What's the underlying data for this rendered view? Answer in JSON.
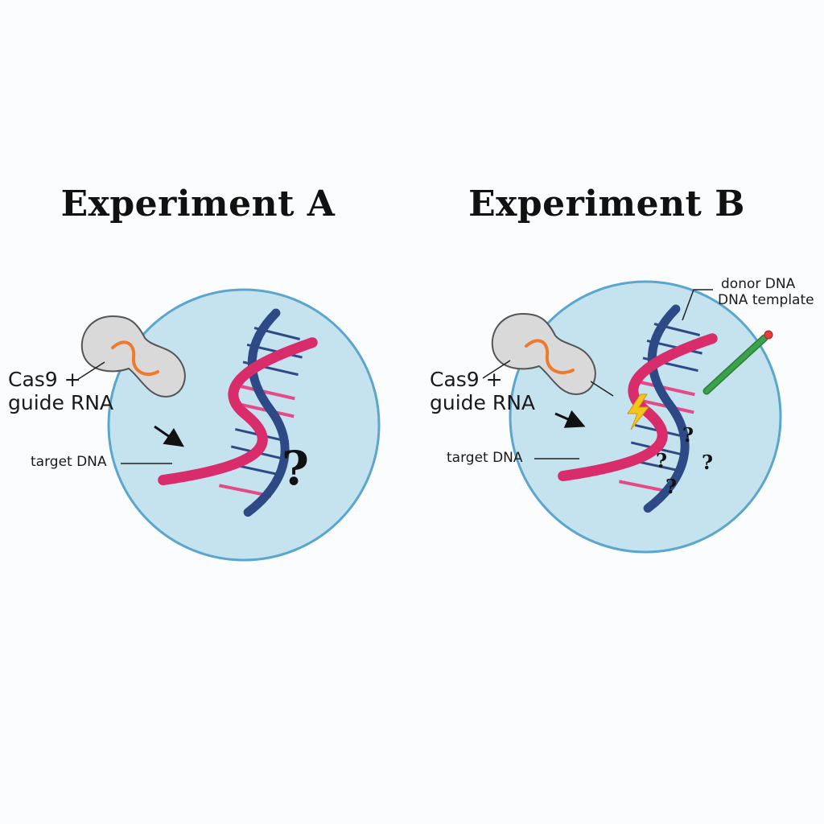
{
  "experiment_a": {
    "title": "Experiment A",
    "cas9_label_line1": "Cas9 +",
    "cas9_label_line2": "guide RNA",
    "target_label": "target DNA",
    "question_mark": "?"
  },
  "experiment_b": {
    "title": "Experiment B",
    "cas9_label_line1": "Cas9 +",
    "cas9_label_line2": "guide RNA",
    "target_label": "target DNA",
    "donor_label_line1": "donor DNA",
    "donor_label_line2": "DNA template",
    "question_marks": [
      "?",
      "?",
      "?",
      "?"
    ]
  },
  "colors": {
    "cell_fill": "#c5e2ef",
    "cell_stroke": "#5aa6cc",
    "strand_pink": "#d92c6b",
    "strand_navy": "#2e4a86",
    "rung_pink": "#e44a86",
    "cas9_body": "#d9d9d9",
    "guide_rna": "#f07a2c",
    "donor_dna": "#3aa24a",
    "donor_tip": "#e0403a",
    "lightning": "#f4c51d"
  }
}
